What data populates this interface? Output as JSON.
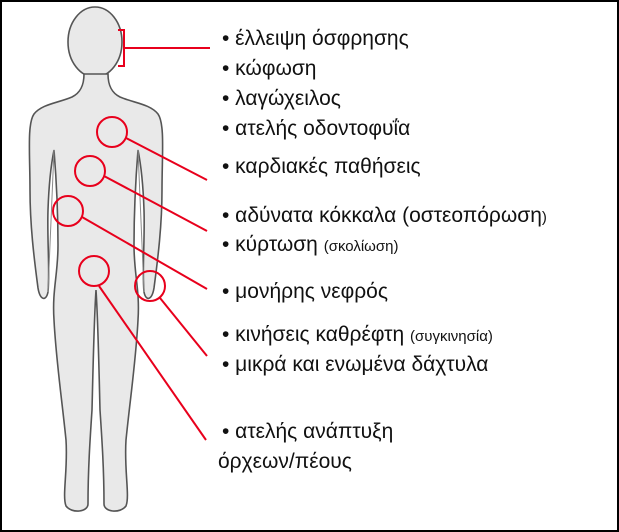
{
  "labels": [
    {
      "text": "• έλλειψη όσφρησης",
      "note": ""
    },
    {
      "text": "• κώφωση",
      "note": ""
    },
    {
      "text": "• λαγώχειλος",
      "note": ""
    },
    {
      "text": "• ατελής οδοντοφυΐα",
      "note": ""
    },
    {
      "text": "• καρδιακές παθήσεις",
      "note": ""
    },
    {
      "text": "• αδύνατα κόκκαλα (οστεοπόρωση",
      "note": ")"
    },
    {
      "text": "• κύρτωση ",
      "note": "(σκολίωση)"
    },
    {
      "text": "• μονήρης νεφρός",
      "note": ""
    },
    {
      "text": "• κινήσεις καθρέφτη ",
      "note": "(συγκινησία)"
    },
    {
      "text": "• μικρά και ενωμένα δάχτυλα",
      "note": ""
    },
    {
      "text": "• ατελής ανάπτυξη",
      "note": ""
    },
    {
      "text": "όρχεων/πέους",
      "note": ""
    }
  ],
  "colors": {
    "pointer": "#e8001c",
    "body_fill": "#e9e9e9",
    "body_stroke": "#555555",
    "frame": "#000000",
    "text": "#111111"
  }
}
